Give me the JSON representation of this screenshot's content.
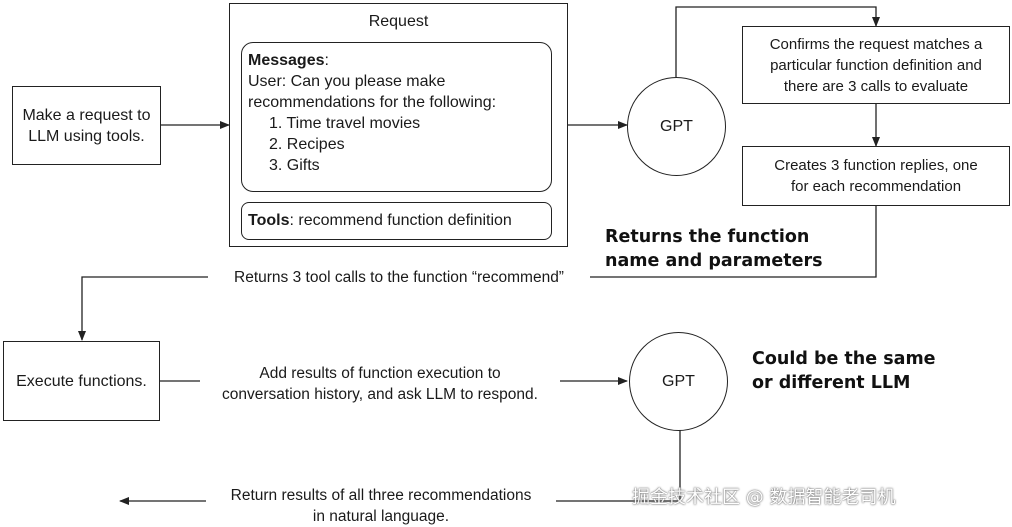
{
  "request_box": {
    "title": "Request",
    "messages_heading": "Messages",
    "messages_colon": ":",
    "messages_line1": "User: Can you please make",
    "messages_line2": "recommendations for the following:",
    "items": [
      "1. Time travel movies",
      "2. Recipes",
      "3. Gifts"
    ],
    "tools_heading": "Tools",
    "tools_text": ": recommend function definition"
  },
  "make_request": {
    "line1": "Make a request to",
    "line2": "LLM using tools."
  },
  "gpt_top": "GPT",
  "gpt_bottom": "GPT",
  "confirms": {
    "line1": "Confirms the request matches a",
    "line2": "particular function definition and",
    "line3": "there are 3 calls to evaluate"
  },
  "creates": {
    "line1": "Creates 3 function replies, one",
    "line2": "for each recommendation"
  },
  "returns_note": {
    "line1": "Returns the function",
    "line2": "name and parameters"
  },
  "returns_tool_calls": "Returns 3 tool calls to the function “recommend”",
  "execute": "Execute functions.",
  "add_results": {
    "line1": "Add results of function execution to",
    "line2": "conversation history, and ask LLM to respond."
  },
  "same_llm_note": {
    "line1": "Could be the same",
    "line2": "or different LLM"
  },
  "return_results": {
    "line1": "Return results of all three recommendations",
    "line2": "in natural language."
  },
  "watermark": "掘金技术社区 @ 数据智能老司机"
}
